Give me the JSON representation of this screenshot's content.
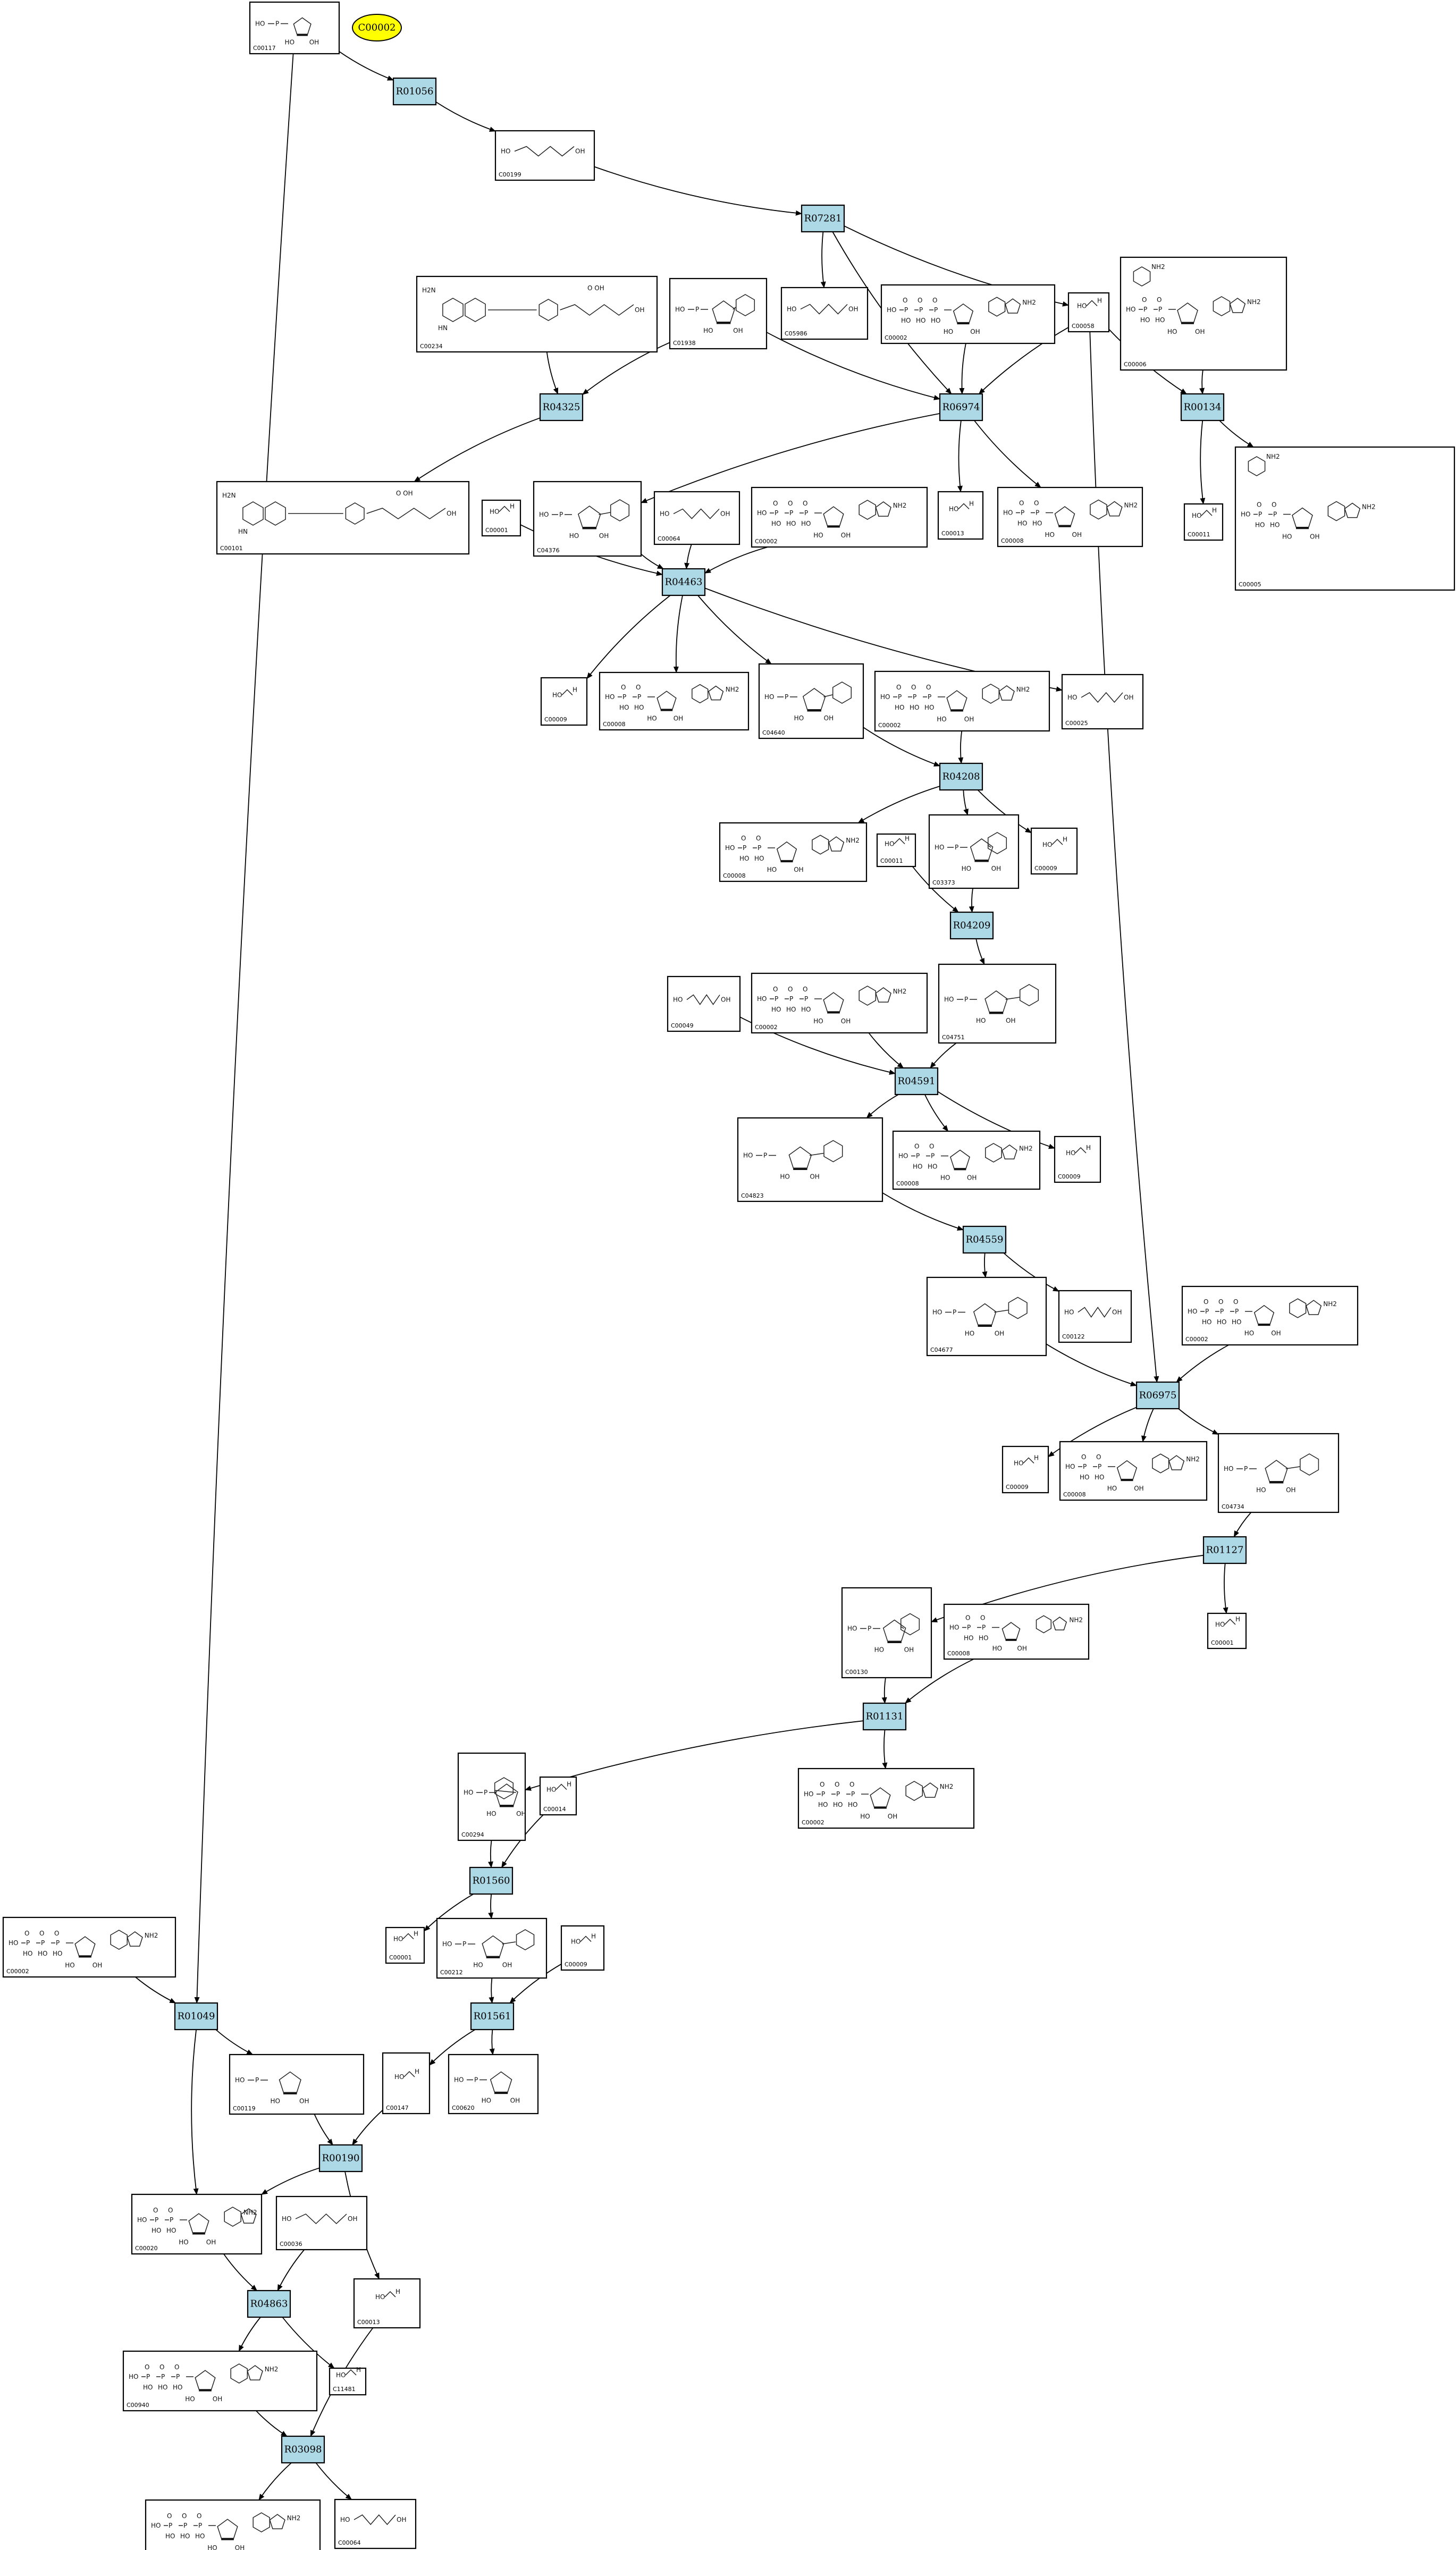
{
  "start_compound": "C00002",
  "reactions": [
    {
      "id": "r1",
      "label": "R01056"
    },
    {
      "id": "r2",
      "label": "R07281"
    },
    {
      "id": "r3",
      "label": "R04325"
    },
    {
      "id": "r4",
      "label": "R06974"
    },
    {
      "id": "r5",
      "label": "R00134"
    },
    {
      "id": "r6",
      "label": "R04463"
    },
    {
      "id": "r7",
      "label": "R04208"
    },
    {
      "id": "r8",
      "label": "R04209"
    },
    {
      "id": "r9",
      "label": "R04591"
    },
    {
      "id": "r10",
      "label": "R04559"
    },
    {
      "id": "r11",
      "label": "R06975"
    },
    {
      "id": "r12",
      "label": "R01127"
    },
    {
      "id": "r13",
      "label": "R01131"
    },
    {
      "id": "r14",
      "label": "R01560"
    },
    {
      "id": "r15",
      "label": "R01561"
    },
    {
      "id": "r16",
      "label": "R01049"
    },
    {
      "id": "r17",
      "label": "R00190"
    },
    {
      "id": "r18",
      "label": "R04863"
    },
    {
      "id": "r19",
      "label": "R03098"
    }
  ],
  "compounds": [
    {
      "id": "c1",
      "label": "C00117",
      "kind": "sugarP"
    },
    {
      "id": "c2",
      "label": "C00199",
      "kind": "chain"
    },
    {
      "id": "c3",
      "label": "C00234",
      "kind": "folate"
    },
    {
      "id": "c4",
      "label": "C01938",
      "kind": "nucP"
    },
    {
      "id": "c5",
      "label": "C05986",
      "kind": "chain"
    },
    {
      "id": "c6",
      "label": "C00002",
      "kind": "atp"
    },
    {
      "id": "c7",
      "label": "C00058",
      "kind": "small"
    },
    {
      "id": "c8",
      "label": "C00006",
      "kind": "nadp"
    },
    {
      "id": "c9",
      "label": "C00101",
      "kind": "folate"
    },
    {
      "id": "c10",
      "label": "C00001",
      "kind": "small"
    },
    {
      "id": "c11",
      "label": "C04376",
      "kind": "nucP"
    },
    {
      "id": "c12",
      "label": "C00064",
      "kind": "chain"
    },
    {
      "id": "c13",
      "label": "C00002",
      "kind": "atp"
    },
    {
      "id": "c14",
      "label": "C00013",
      "kind": "small"
    },
    {
      "id": "c15",
      "label": "C00008",
      "kind": "adp"
    },
    {
      "id": "c16",
      "label": "C00011",
      "kind": "small"
    },
    {
      "id": "c17",
      "label": "C00005",
      "kind": "nadp"
    },
    {
      "id": "c18",
      "label": "C00009",
      "kind": "small"
    },
    {
      "id": "c19",
      "label": "C00008",
      "kind": "adp"
    },
    {
      "id": "c20",
      "label": "C04640",
      "kind": "nucP"
    },
    {
      "id": "c21",
      "label": "C00002",
      "kind": "atp"
    },
    {
      "id": "c22",
      "label": "C00025",
      "kind": "chain"
    },
    {
      "id": "c23",
      "label": "C00008",
      "kind": "adp"
    },
    {
      "id": "c24",
      "label": "C00011",
      "kind": "small"
    },
    {
      "id": "c25",
      "label": "C03373",
      "kind": "nucP"
    },
    {
      "id": "c26",
      "label": "C00009",
      "kind": "small"
    },
    {
      "id": "c27",
      "label": "C00049",
      "kind": "chain"
    },
    {
      "id": "c28",
      "label": "C00002",
      "kind": "atp"
    },
    {
      "id": "c29",
      "label": "C04751",
      "kind": "nucP"
    },
    {
      "id": "c30",
      "label": "C04823",
      "kind": "nucP"
    },
    {
      "id": "c31",
      "label": "C00008",
      "kind": "adp"
    },
    {
      "id": "c32",
      "label": "C00009",
      "kind": "small"
    },
    {
      "id": "c33",
      "label": "C04677",
      "kind": "nucP"
    },
    {
      "id": "c34",
      "label": "C00122",
      "kind": "chain"
    },
    {
      "id": "c35",
      "label": "C00002",
      "kind": "atp"
    },
    {
      "id": "c36",
      "label": "C00009",
      "kind": "small"
    },
    {
      "id": "c37",
      "label": "C00008",
      "kind": "adp"
    },
    {
      "id": "c38",
      "label": "C04734",
      "kind": "nucP"
    },
    {
      "id": "c39",
      "label": "C00130",
      "kind": "nucP"
    },
    {
      "id": "c40",
      "label": "C00008",
      "kind": "adp"
    },
    {
      "id": "c41",
      "label": "C00001",
      "kind": "small"
    },
    {
      "id": "c42",
      "label": "C00002",
      "kind": "atp"
    },
    {
      "id": "c43",
      "label": "C00294",
      "kind": "nucP"
    },
    {
      "id": "c44",
      "label": "C00014",
      "kind": "small"
    },
    {
      "id": "c45",
      "label": "C00001",
      "kind": "small"
    },
    {
      "id": "c46",
      "label": "C00212",
      "kind": "nucP"
    },
    {
      "id": "c47",
      "label": "C00009",
      "kind": "small"
    },
    {
      "id": "c48",
      "label": "C00002",
      "kind": "atp"
    },
    {
      "id": "c49",
      "label": "C00119",
      "kind": "sugarP"
    },
    {
      "id": "c50",
      "label": "C00147",
      "kind": "small"
    },
    {
      "id": "c51",
      "label": "C00620",
      "kind": "sugarP"
    },
    {
      "id": "c52",
      "label": "C00020",
      "kind": "adp"
    },
    {
      "id": "c53",
      "label": "C00036",
      "kind": "chain"
    },
    {
      "id": "c54",
      "label": "C00013",
      "kind": "small"
    },
    {
      "id": "c55",
      "label": "C00940",
      "kind": "atp"
    },
    {
      "id": "c56",
      "label": "C11481",
      "kind": "small"
    },
    {
      "id": "c57",
      "label": "C00002",
      "kind": "atp"
    },
    {
      "id": "c58",
      "label": "C00064",
      "kind": "chain"
    }
  ],
  "edges": [
    [
      "c1",
      "r1"
    ],
    [
      "r1",
      "c2"
    ],
    [
      "c2",
      "r2"
    ],
    [
      "r2",
      "c5"
    ],
    [
      "r2",
      "c7"
    ],
    [
      "r2",
      "r4"
    ],
    [
      "c3",
      "r3"
    ],
    [
      "c4",
      "r3"
    ],
    [
      "c4",
      "r4"
    ],
    [
      "c6",
      "r4"
    ],
    [
      "c7",
      "r4"
    ],
    [
      "c7",
      "r5"
    ],
    [
      "c8",
      "r5"
    ],
    [
      "r3",
      "c9"
    ],
    [
      "r4",
      "c11"
    ],
    [
      "r4",
      "c14"
    ],
    [
      "r4",
      "c15"
    ],
    [
      "r5",
      "c16"
    ],
    [
      "r5",
      "c17"
    ],
    [
      "c10",
      "r6"
    ],
    [
      "c11",
      "r6"
    ],
    [
      "c12",
      "r6"
    ],
    [
      "c13",
      "r6"
    ],
    [
      "r6",
      "c18"
    ],
    [
      "r6",
      "c19"
    ],
    [
      "r6",
      "c20"
    ],
    [
      "r6",
      "c22"
    ],
    [
      "c20",
      "r7"
    ],
    [
      "c21",
      "r7"
    ],
    [
      "r7",
      "c23"
    ],
    [
      "r7",
      "c25"
    ],
    [
      "r7",
      "c26"
    ],
    [
      "c24",
      "r8"
    ],
    [
      "c25",
      "r8"
    ],
    [
      "r8",
      "c29"
    ],
    [
      "c27",
      "r9"
    ],
    [
      "c28",
      "r9"
    ],
    [
      "c29",
      "r9"
    ],
    [
      "r9",
      "c30"
    ],
    [
      "r9",
      "c31"
    ],
    [
      "r9",
      "c32"
    ],
    [
      "c30",
      "r10"
    ],
    [
      "r10",
      "c33"
    ],
    [
      "r10",
      "c34"
    ],
    [
      "c33",
      "r11"
    ],
    [
      "c35",
      "r11"
    ],
    [
      "c7",
      "r11"
    ],
    [
      "r11",
      "c36"
    ],
    [
      "r11",
      "c37"
    ],
    [
      "r11",
      "c38"
    ],
    [
      "c38",
      "r12"
    ],
    [
      "r12",
      "c39"
    ],
    [
      "r12",
      "c41"
    ],
    [
      "c39",
      "r13"
    ],
    [
      "c40",
      "r13"
    ],
    [
      "r13",
      "c42"
    ],
    [
      "r13",
      "c43"
    ],
    [
      "c43",
      "r14"
    ],
    [
      "c44",
      "r14"
    ],
    [
      "r14",
      "c45"
    ],
    [
      "r14",
      "c46"
    ],
    [
      "c46",
      "r15"
    ],
    [
      "c47",
      "r15"
    ],
    [
      "r15",
      "c50"
    ],
    [
      "r15",
      "c51"
    ],
    [
      "c1",
      "r16"
    ],
    [
      "c48",
      "r16"
    ],
    [
      "r16",
      "c49"
    ],
    [
      "r16",
      "c52"
    ],
    [
      "c49",
      "r17"
    ],
    [
      "c50",
      "r17"
    ],
    [
      "r17",
      "c52"
    ],
    [
      "r17",
      "c54"
    ],
    [
      "c52",
      "r18"
    ],
    [
      "c53",
      "r18"
    ],
    [
      "r18",
      "c55"
    ],
    [
      "r18",
      "c56"
    ],
    [
      "c54",
      "r19"
    ],
    [
      "c55",
      "r19"
    ],
    [
      "r19",
      "c57"
    ],
    [
      "r19",
      "c58"
    ]
  ]
}
